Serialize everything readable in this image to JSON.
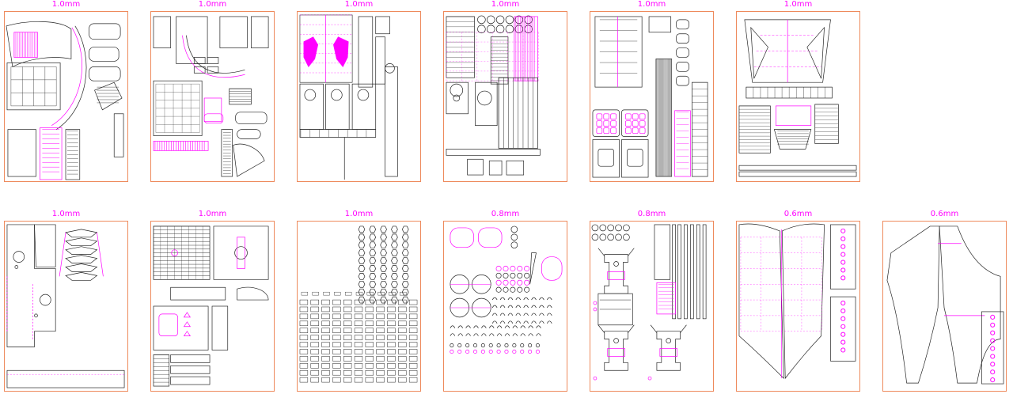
{
  "colors": {
    "accent": "#ff00ff",
    "sheet_border": "#ee8a5c",
    "line": "#222222"
  },
  "rows": [
    {
      "sheets": [
        {
          "thickness_label": "1.0mm"
        },
        {
          "thickness_label": "1.0mm"
        },
        {
          "thickness_label": "1.0mm"
        },
        {
          "thickness_label": "1.0mm"
        },
        {
          "thickness_label": "1.0mm"
        },
        {
          "thickness_label": "1.0mm"
        }
      ]
    },
    {
      "sheets": [
        {
          "thickness_label": "1.0mm"
        },
        {
          "thickness_label": "1.0mm"
        },
        {
          "thickness_label": "1.0mm"
        },
        {
          "thickness_label": "0.8mm"
        },
        {
          "thickness_label": "0.8mm"
        },
        {
          "thickness_label": "0.6mm"
        },
        {
          "thickness_label": "0.6mm"
        }
      ]
    }
  ]
}
